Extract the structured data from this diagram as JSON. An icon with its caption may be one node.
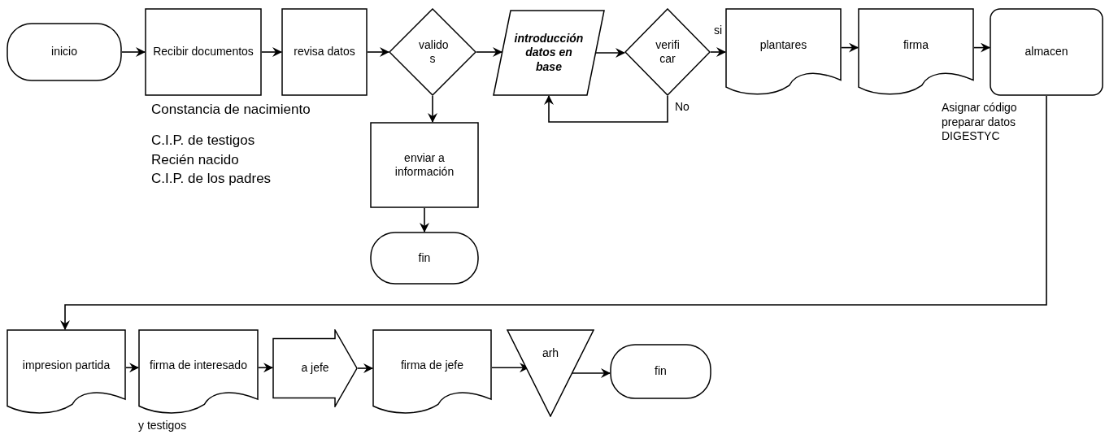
{
  "diagram": {
    "nodes": [
      {
        "text": [
          "inicio"
        ]
      },
      {
        "text": [
          "Recibir documentos"
        ]
      },
      {
        "text": [
          "revisa datos"
        ]
      },
      {
        "text": [
          "valido s"
        ]
      },
      {
        "text": [
          "introducción datos en base"
        ]
      },
      {
        "text": [
          "verifi car"
        ]
      },
      {
        "text": [
          "plantares"
        ]
      },
      {
        "text": [
          "firma"
        ]
      },
      {
        "text": [
          "almacen"
        ],
        "beside": [
          "Asignar código preparar datos DIGESTYC"
        ]
      },
      {
        "text": [
          "enviar a información"
        ]
      },
      {
        "text": [
          "fin"
        ]
      },
      {
        "text": [
          "impresion partida"
        ]
      },
      {
        "text": [
          "firma de interesado"
        ],
        "beside": [
          "y testigos"
        ]
      },
      {
        "text": [
          "a jefe"
        ]
      },
      {
        "text": [
          "firma de jefe"
        ]
      },
      {
        "text": [
          "arh"
        ]
      },
      {
        "text": [
          "fin"
        ]
      }
    ],
    "edges": [
      {
        "from": 0,
        "to": 1,
        "arrow": "to"
      },
      {
        "from": 1,
        "to": 2,
        "arrow": "to"
      },
      {
        "from": 2,
        "to": 3,
        "arrow": "to"
      },
      {
        "from": 3,
        "to": 4,
        "arrow": "to"
      },
      {
        "from": 4,
        "to": 5,
        "arrow": "to"
      },
      {
        "from": 5,
        "to": 6,
        "arrow": "to",
        "label": "si"
      },
      {
        "from": 5,
        "to": 4,
        "arrow": "to",
        "label": "No"
      },
      {
        "from": 3,
        "to": 9,
        "arrow": "to"
      },
      {
        "from": 9,
        "to": 10,
        "arrow": "to"
      },
      {
        "from": 6,
        "to": 7,
        "arrow": "to"
      },
      {
        "from": 7,
        "to": 8,
        "arrow": "to"
      },
      {
        "from": 8,
        "to": 11,
        "arrow": "to"
      },
      {
        "from": 11,
        "to": 12,
        "arrow": "to"
      },
      {
        "from": 12,
        "to": 13,
        "arrow": "to"
      },
      {
        "from": 13,
        "to": 14,
        "arrow": "to"
      },
      {
        "from": 14,
        "to": 15,
        "arrow": "to"
      },
      {
        "from": 15,
        "to": 16,
        "arrow": "to"
      }
    ],
    "labels": [
      "Constancia de nacimiento",
      "C.I.P. de testigos",
      "Recién nacido",
      "C.I.P. de los padres"
    ]
  }
}
